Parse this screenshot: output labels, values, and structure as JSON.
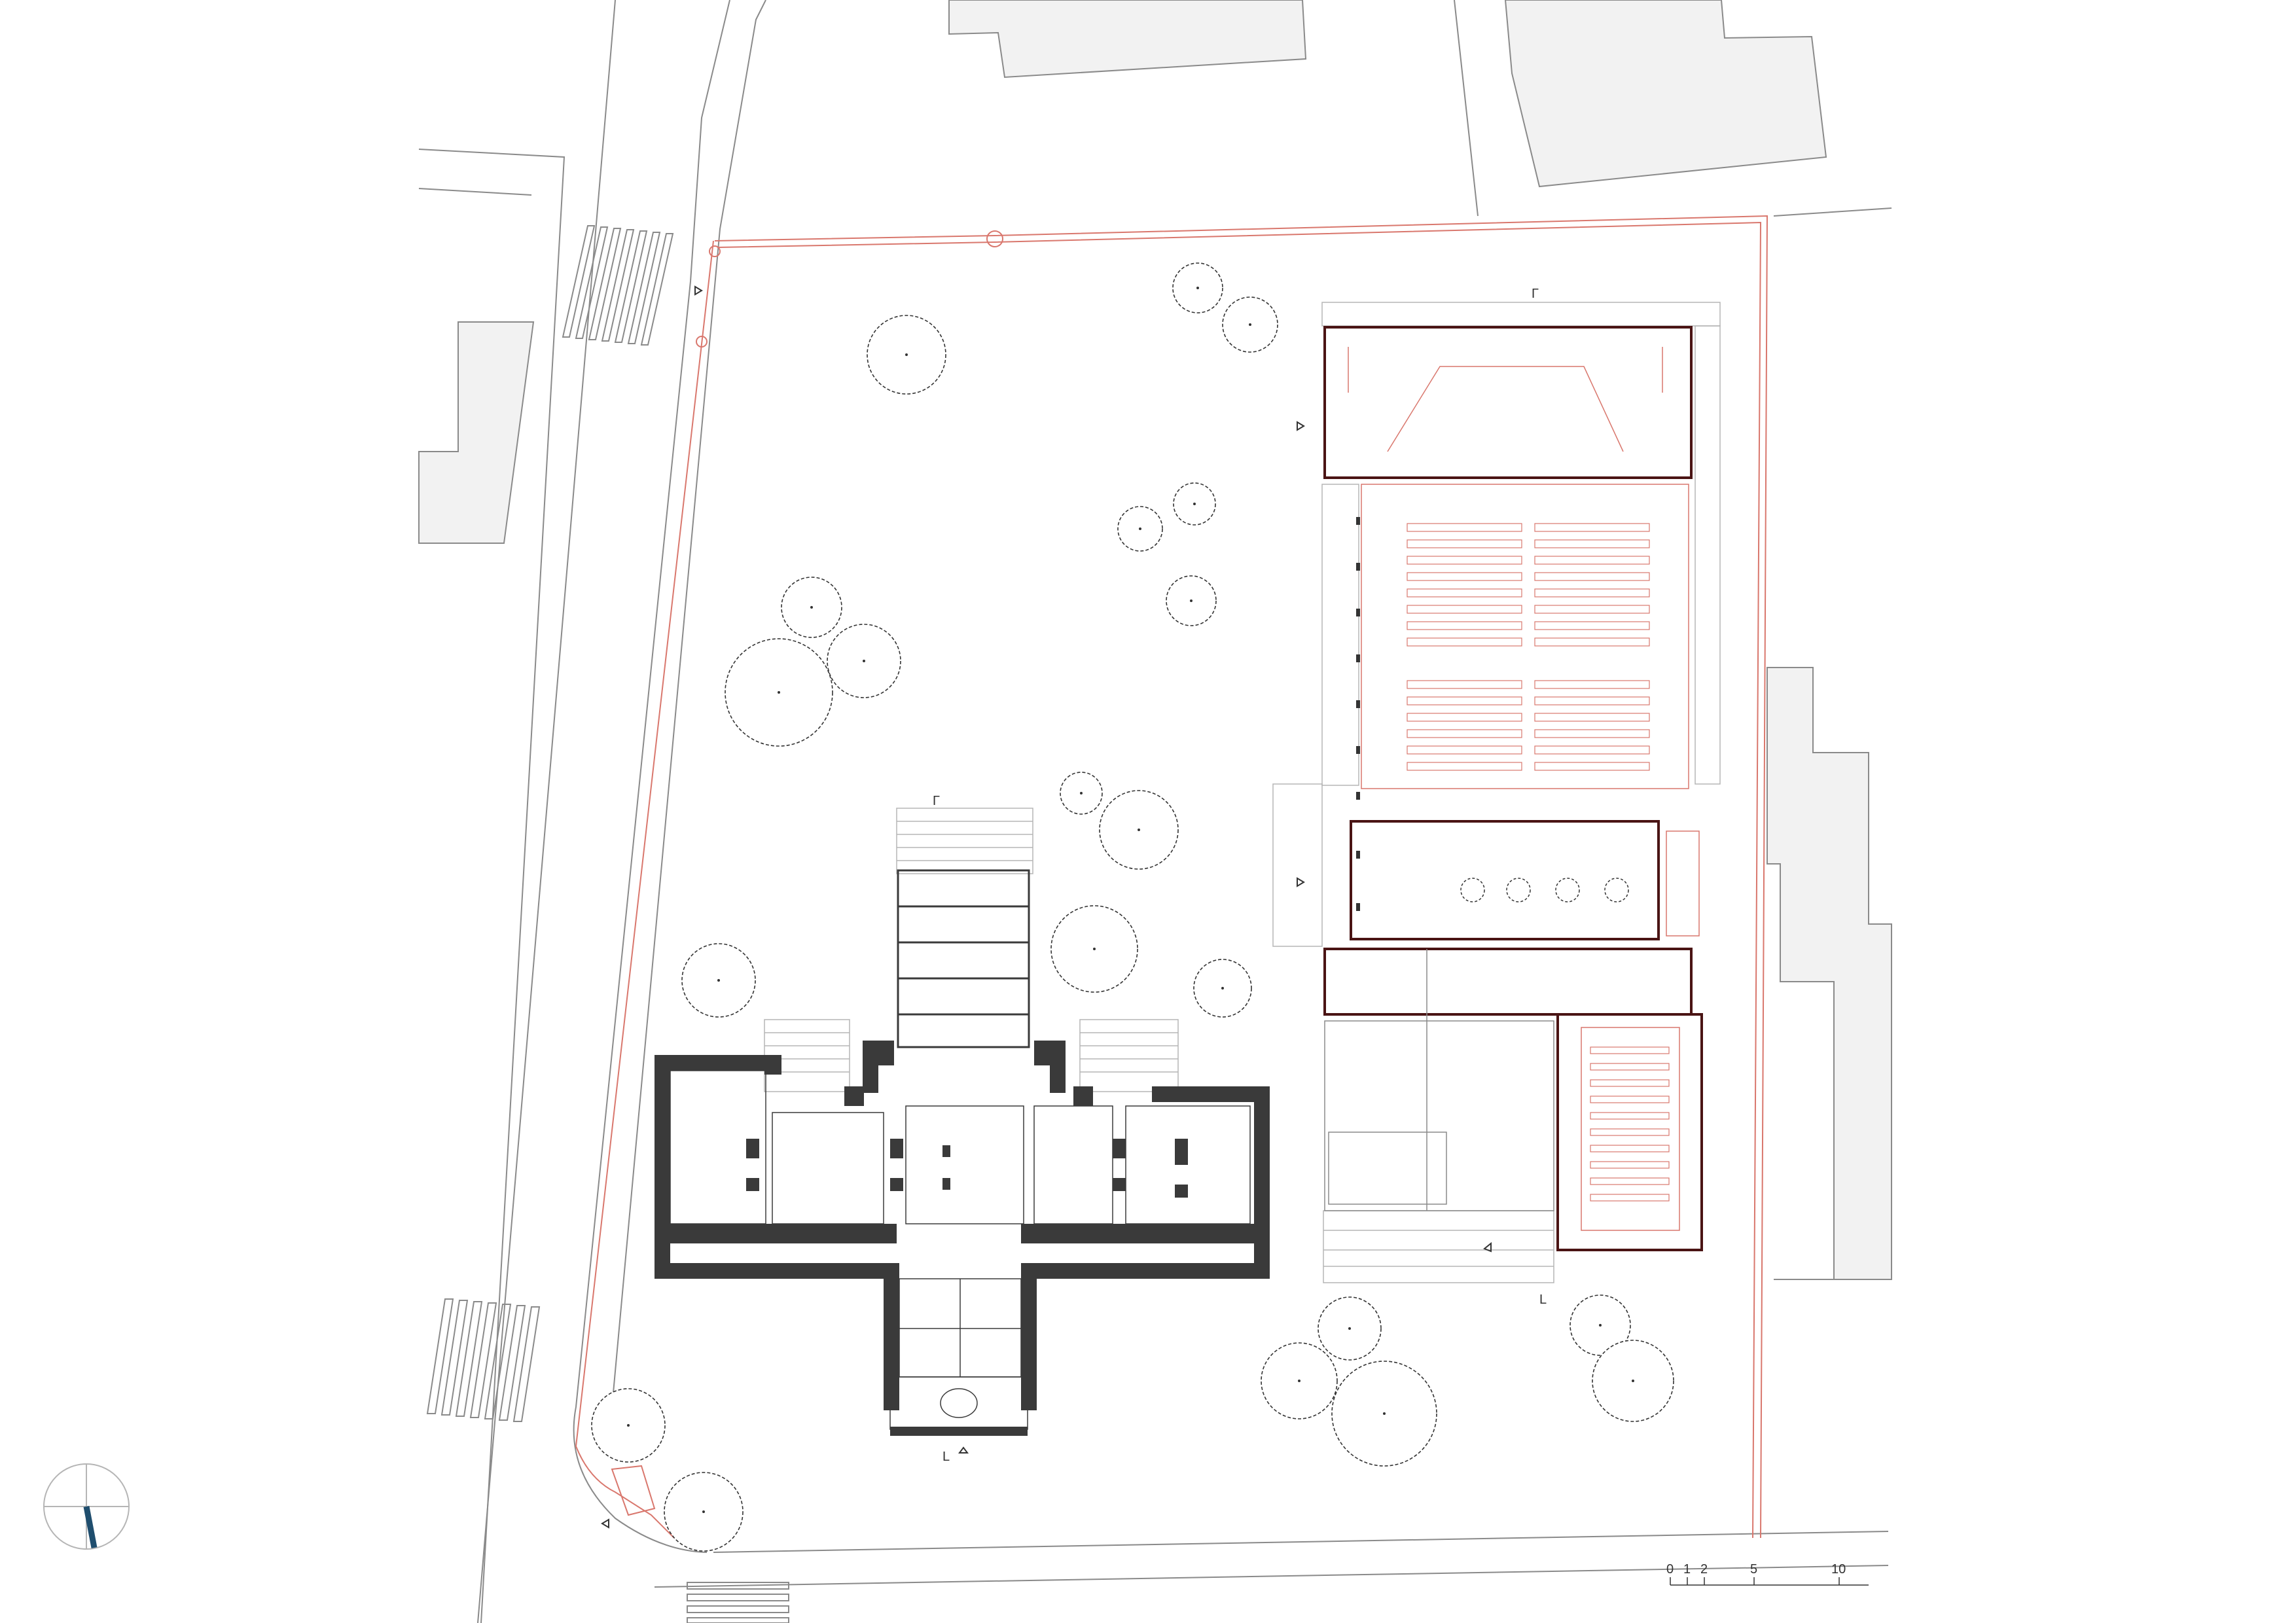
{
  "colors": {
    "background": "#ffffff",
    "line": "#8a8a8a",
    "wall": "#3a3a3a",
    "new_wall": "#4a1414",
    "site": "#d9776d",
    "neighbor_fill": "#f2f2f2",
    "compass_needle": "#1f4e6e"
  },
  "scale_bar": {
    "labels": [
      "0",
      "1",
      "2",
      "5",
      "10"
    ]
  },
  "section_marks": {
    "mark_symbol": "L",
    "mark_symbol_flipped": "Γ"
  },
  "icons": [
    "north-arrow-icon",
    "tree-icon",
    "entrance-arrow-icon"
  ]
}
